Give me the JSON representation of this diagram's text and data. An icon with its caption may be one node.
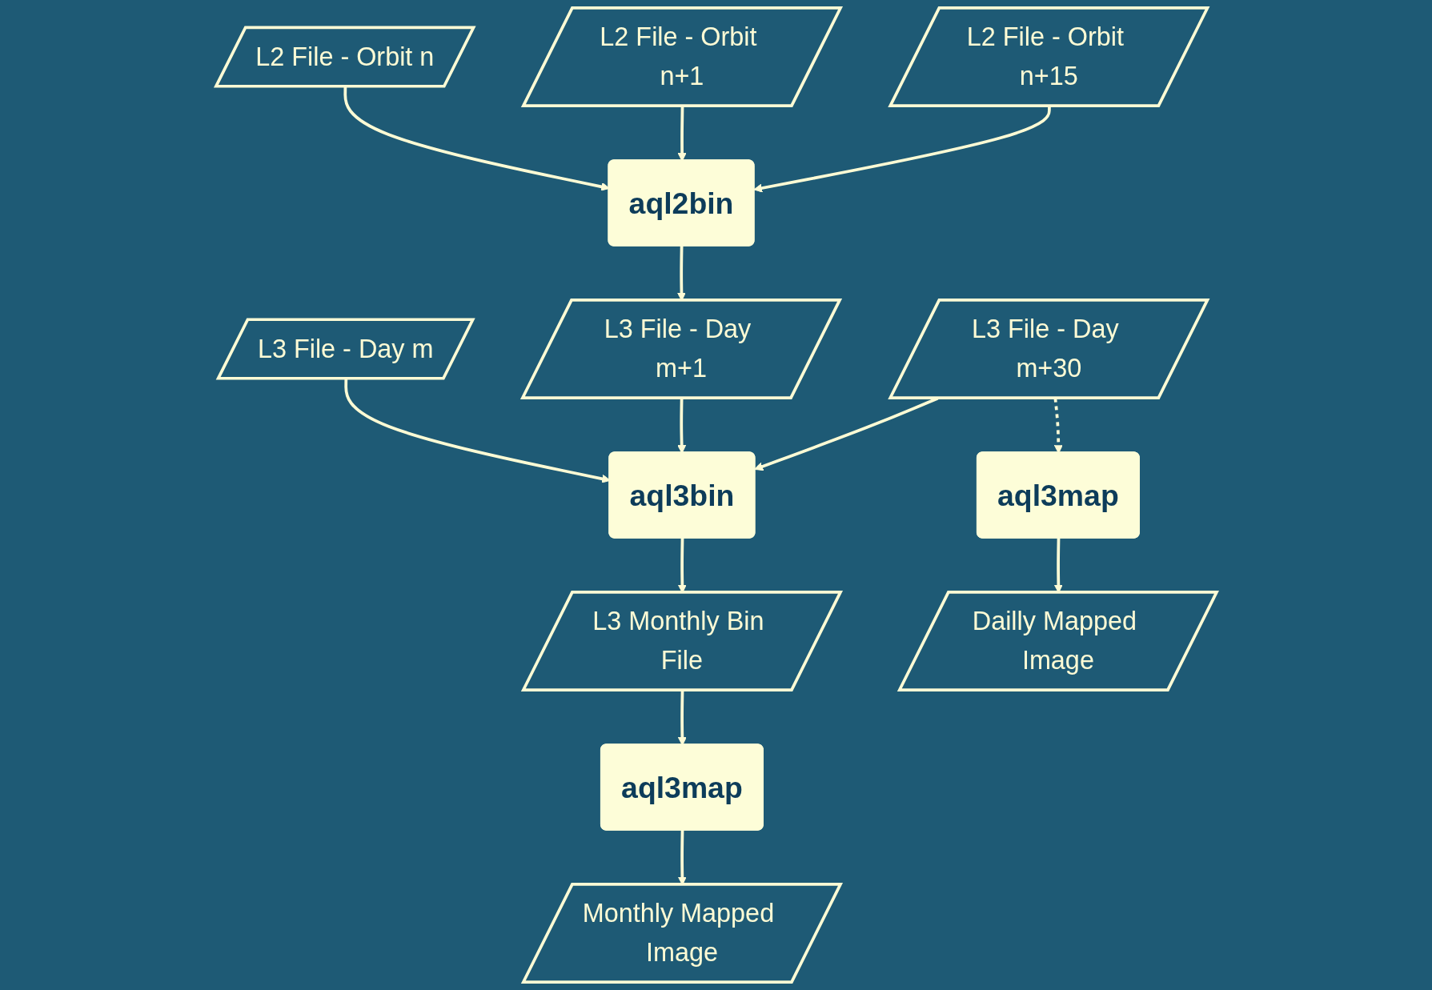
{
  "diagram": {
    "nodes": [
      {
        "text": [
          "L2 File - Orbit n"
        ]
      },
      {
        "text": [
          "L2 File - Orbit n+1"
        ]
      },
      {
        "text": [
          "L2 File - Orbit n+15"
        ]
      },
      {
        "text": [
          "aql2bin"
        ]
      },
      {
        "text": [
          "L3 File - Day m"
        ]
      },
      {
        "text": [
          "L3 File - Day m+1"
        ]
      },
      {
        "text": [
          "L3 File - Day m+30"
        ]
      },
      {
        "text": [
          "aql3bin"
        ]
      },
      {
        "text": [
          "aql3map"
        ]
      },
      {
        "text": [
          "L3 Monthly Bin File"
        ]
      },
      {
        "text": [
          "Dailly Mapped Image"
        ]
      },
      {
        "text": [
          "aql3map"
        ]
      },
      {
        "text": [
          "Monthly Mapped Image"
        ]
      }
    ],
    "edges": [
      {
        "from": 0,
        "to": 3,
        "arrow": "to"
      },
      {
        "from": 1,
        "to": 3,
        "arrow": "to"
      },
      {
        "from": 2,
        "to": 3,
        "arrow": "to"
      },
      {
        "from": 3,
        "to": 5,
        "arrow": "to"
      },
      {
        "from": 4,
        "to": 7,
        "arrow": "to"
      },
      {
        "from": 5,
        "to": 7,
        "arrow": "to"
      },
      {
        "from": 6,
        "to": 7,
        "arrow": "to"
      },
      {
        "from": 6,
        "to": 8,
        "arrow": "to",
        "style": "dashed"
      },
      {
        "from": 7,
        "to": 9,
        "arrow": "to"
      },
      {
        "from": 9,
        "to": 11,
        "arrow": "to"
      },
      {
        "from": 11,
        "to": 12,
        "arrow": "to"
      },
      {
        "from": 8,
        "to": 10,
        "arrow": "to"
      }
    ]
  }
}
